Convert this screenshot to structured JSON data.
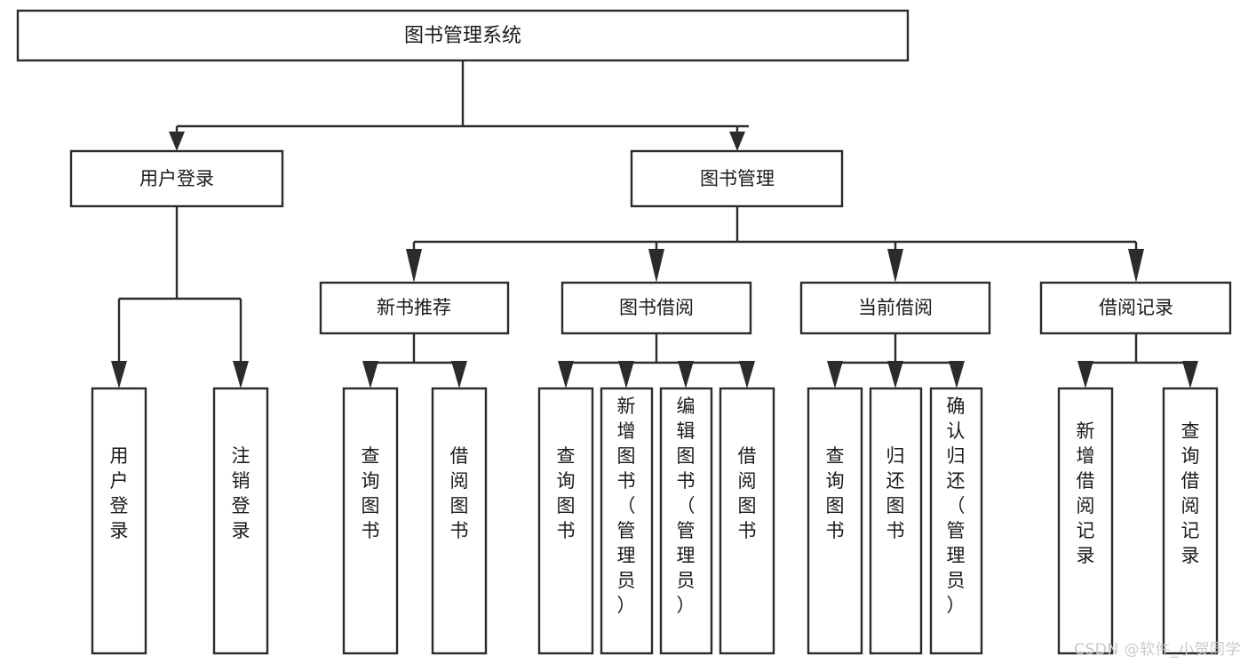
{
  "diagram": {
    "type": "tree-hierarchy",
    "title": "图书管理系统",
    "root": {
      "label": "图书管理系统"
    },
    "level2": [
      {
        "label": "用户登录"
      },
      {
        "label": "图书管理"
      }
    ],
    "level3": [
      {
        "label": "新书推荐"
      },
      {
        "label": "图书借阅"
      },
      {
        "label": "当前借阅"
      },
      {
        "label": "借阅记录"
      }
    ],
    "leaves": {
      "user_login": [
        {
          "label": "用户登录"
        },
        {
          "label": "注销登录"
        }
      ],
      "new_book_recommend": [
        {
          "label": "查询图书"
        },
        {
          "label": "借阅图书"
        }
      ],
      "book_borrow": [
        {
          "label": "查询图书"
        },
        {
          "label": "新增图书（管理员）"
        },
        {
          "label": "编辑图书（管理员）"
        },
        {
          "label": "借阅图书"
        }
      ],
      "current_borrow": [
        {
          "label": "查询图书"
        },
        {
          "label": "归还图书"
        },
        {
          "label": "确认归还（管理员）"
        }
      ],
      "borrow_records": [
        {
          "label": "新增借阅记录"
        },
        {
          "label": "查询借阅记录"
        }
      ]
    }
  },
  "watermark": {
    "text": "CSDN @软件_小贺同学"
  },
  "colors": {
    "box_stroke": "#2b2b2b",
    "box_fill": "#ffffff",
    "text": "#1a1a1a",
    "watermark": "#c9c9c9",
    "background": "#ffffff"
  }
}
